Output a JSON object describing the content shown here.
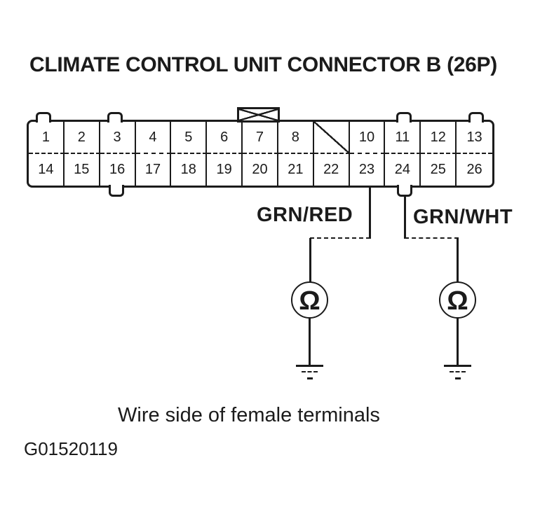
{
  "title": "CLIMATE CONTROL UNIT CONNECTOR B (26P)",
  "connector": {
    "top_row": [
      "1",
      "2",
      "3",
      "4",
      "5",
      "6",
      "7",
      "8",
      "",
      "10",
      "11",
      "12",
      "13"
    ],
    "bottom_row": [
      "14",
      "15",
      "16",
      "17",
      "18",
      "19",
      "20",
      "21",
      "22",
      "23",
      "24",
      "25",
      "26"
    ],
    "blocked_pin": "9"
  },
  "wires": {
    "left": {
      "label": "GRN/RED",
      "from_pin": "23"
    },
    "right": {
      "label": "GRN/WHT",
      "from_pin": "24"
    }
  },
  "meter": {
    "symbol": "Ω"
  },
  "caption": "Wire side of female terminals",
  "figure_id": "G01520119",
  "colors": {
    "ink": "#1b1b1b",
    "background": "#ffffff"
  }
}
